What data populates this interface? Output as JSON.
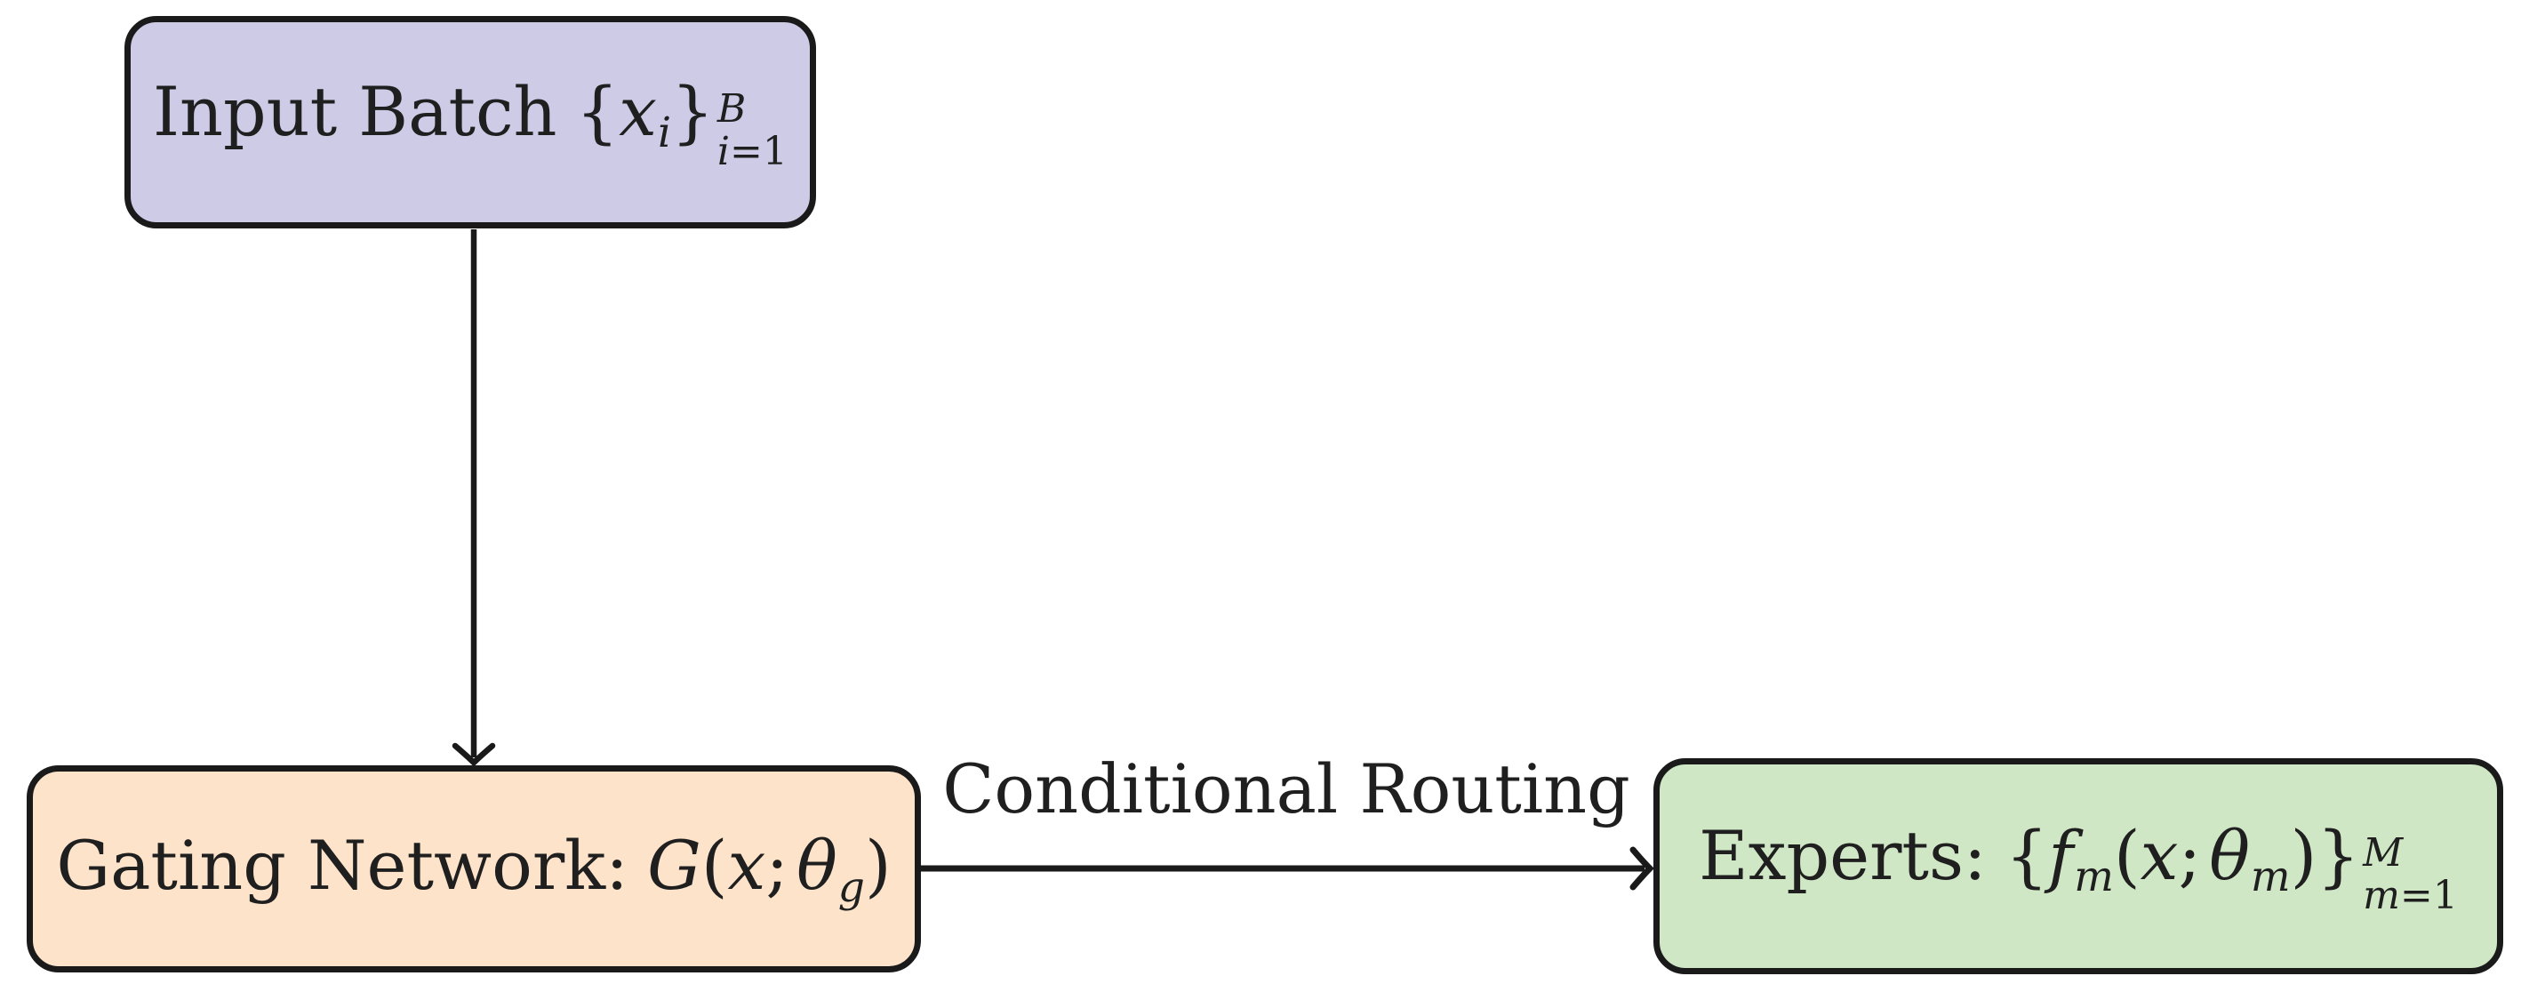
{
  "nodes": {
    "input_batch": {
      "text": "Input Batch",
      "math": {
        "open_brace": "{",
        "var": "x",
        "var_sub": "i",
        "close_brace": "}",
        "sup": "B",
        "sub_var": "i",
        "sub_rest": "=1"
      },
      "fill": "#cdcbe6"
    },
    "gating_network": {
      "text": "Gating Network:",
      "math": {
        "func": "G",
        "open_paren": "(",
        "var": "x",
        "separator": ";",
        "theta": "θ",
        "theta_sub": "g",
        "close_paren": ")"
      },
      "fill": "#fde3ca"
    },
    "experts": {
      "text": "Experts:",
      "math": {
        "open_brace": "{",
        "func": "f",
        "func_sub": "m",
        "open_paren": "(",
        "var": "x",
        "separator": ";",
        "theta": "θ",
        "theta_sub": "m",
        "close_paren": ")",
        "close_brace": "}",
        "sup": "M",
        "sub_var": "m",
        "sub_rest": "=1"
      },
      "fill": "#cfe7c5"
    }
  },
  "edges": {
    "gating_to_experts": {
      "label": "Conditional Routing"
    }
  },
  "colors": {
    "stroke": "#1a1a1a",
    "text": "#1f1f1f",
    "background": "#ffffff"
  }
}
